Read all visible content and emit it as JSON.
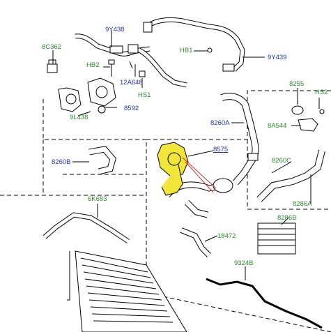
{
  "colors": {
    "blue_label": "#1f2fb0",
    "green_label": "#2f8a2f",
    "line": "#000000",
    "highlight": "#f2e53a",
    "red_line": "#d23030"
  },
  "labels": {
    "l9Y438": "9Y438",
    "l8C362": "8C362",
    "lHB2": "HB2",
    "lHB1": "HB1",
    "l9Y439": "9Y439",
    "l12A648": "12A648",
    "lHS1": "HS1",
    "l8592": "8592",
    "l9L438": "9L438",
    "l8255": "8255",
    "lHS2": "HS2",
    "l8260A": "8260A",
    "l8A544": "8A544",
    "l8575": "8575",
    "l8260B": "8260B",
    "l8260C": "8260C",
    "l8286A": "8286A",
    "l8286B": "8286B",
    "l6K683": "6K683",
    "l18472": "18472",
    "l9324B": "9324B"
  }
}
